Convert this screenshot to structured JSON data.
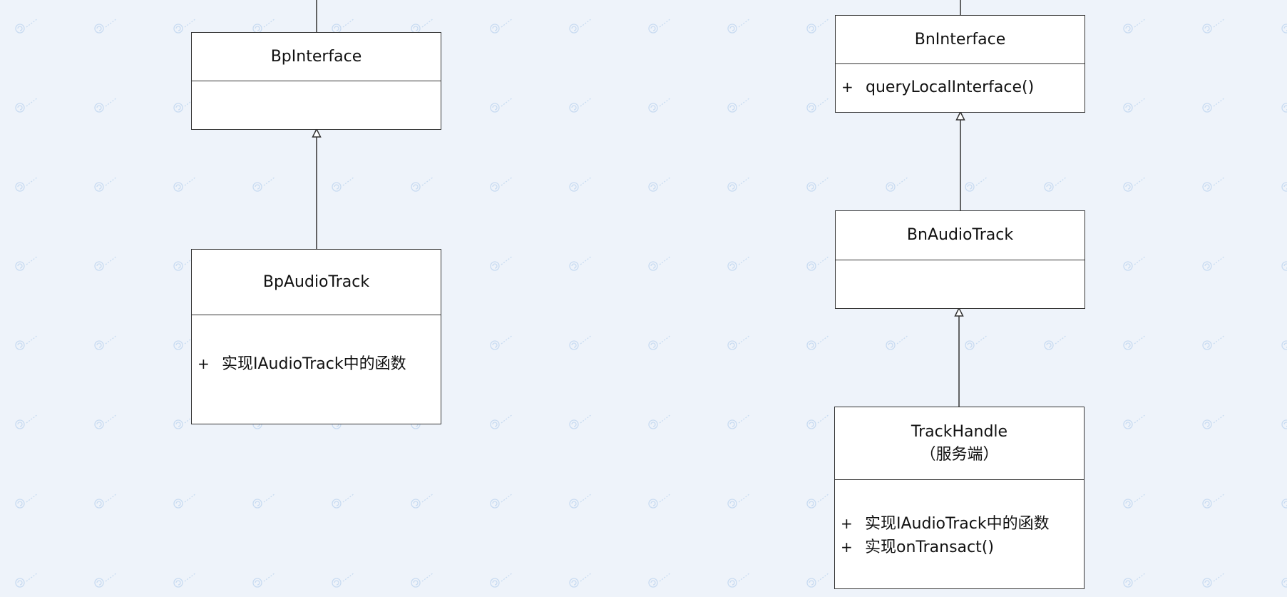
{
  "diagram": {
    "background_color": "#eef3fa",
    "line_color": "#333333",
    "watermark_color": "#a9c7ea",
    "classes": {
      "bp_interface": {
        "name": "BpInterface",
        "members": []
      },
      "bp_audio_track": {
        "name": "BpAudioTrack",
        "members": [
          {
            "visibility": "+",
            "text": "实现IAudioTrack中的函数"
          }
        ]
      },
      "bn_interface": {
        "name": "BnInterface",
        "members": [
          {
            "visibility": "+",
            "text": "queryLocalInterface()"
          }
        ]
      },
      "bn_audio_track": {
        "name": "BnAudioTrack",
        "members": []
      },
      "track_handle": {
        "name": "TrackHandle",
        "stereotype": "（服务端）",
        "members": [
          {
            "visibility": "+",
            "text": "实现IAudioTrack中的函数"
          },
          {
            "visibility": "+",
            "text": "实现onTransact()"
          }
        ]
      }
    },
    "relations": [
      {
        "from": "bp_audio_track",
        "to": "bp_interface",
        "type": "generalization"
      },
      {
        "from": "bn_audio_track",
        "to": "bn_interface",
        "type": "generalization"
      },
      {
        "from": "track_handle",
        "to": "bn_audio_track",
        "type": "generalization"
      }
    ]
  }
}
